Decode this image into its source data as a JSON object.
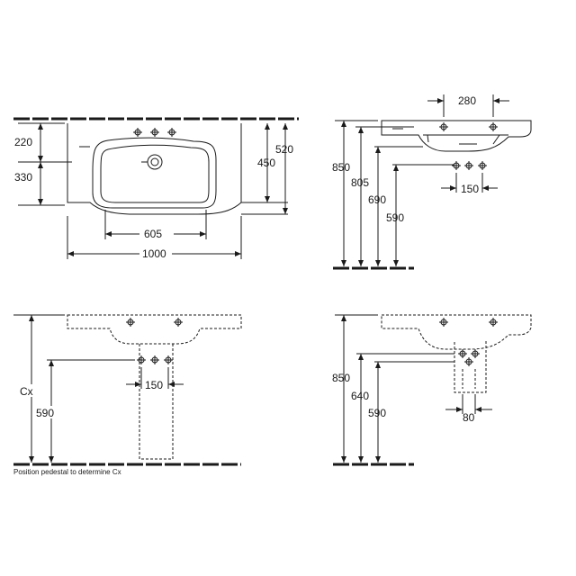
{
  "top_view": {
    "dims": {
      "d220": "220",
      "d330": "330",
      "d450": "450",
      "d520": "520",
      "d605": "605",
      "d1000": "1000"
    }
  },
  "side_view": {
    "dims": {
      "d280": "280",
      "d850": "850",
      "d805": "805",
      "d690": "690",
      "d590": "590",
      "d150": "150"
    }
  },
  "front_pedestal": {
    "dims": {
      "cx": "Cx",
      "d590": "590",
      "d150": "150"
    },
    "note": "Position pedestal to determine Cx"
  },
  "side_pedestal": {
    "dims": {
      "d850": "850",
      "d640": "640",
      "d590": "590",
      "d80": "80"
    }
  }
}
